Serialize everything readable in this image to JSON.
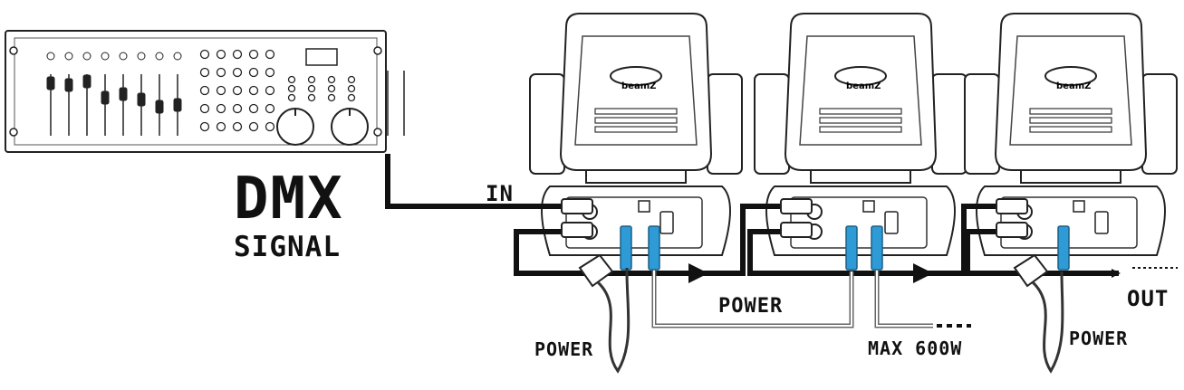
{
  "labels": {
    "dmx": "DMX",
    "signal": "SIGNAL",
    "in": "IN",
    "out": "OUT",
    "power_mid": "POWER",
    "power_left": "POWER",
    "power_right": "POWER",
    "max": "MAX 600W"
  },
  "fixtures": [
    {
      "brand": "beamZ"
    },
    {
      "brand": "beamZ"
    },
    {
      "brand": "beamZ"
    }
  ],
  "colors": {
    "line": "#111111",
    "power_connector": "#2f9bd6",
    "cable_gray": "#888888"
  }
}
